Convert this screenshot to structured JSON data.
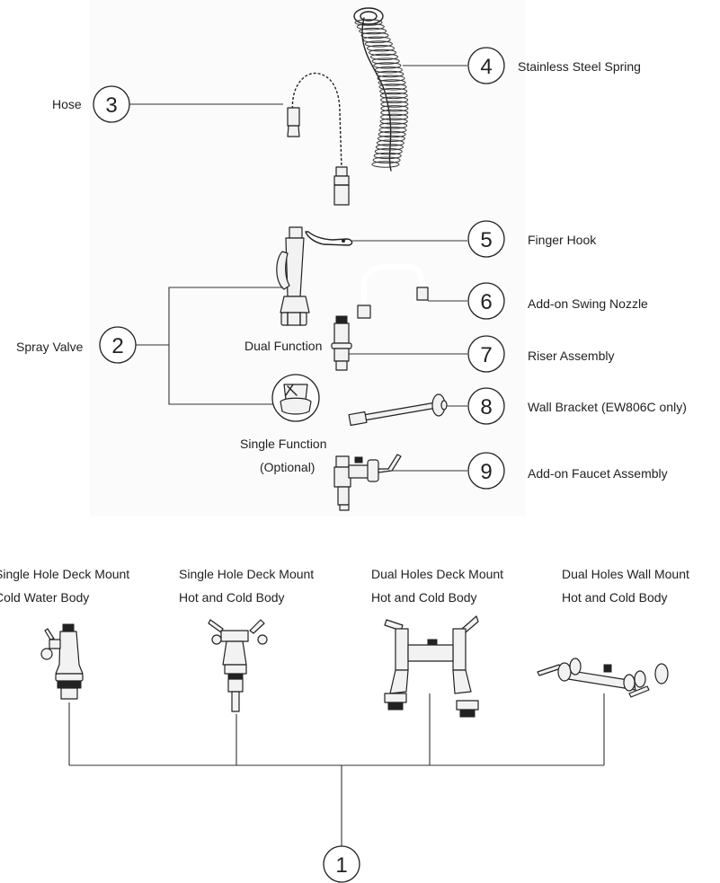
{
  "callouts": [
    {
      "number": "1",
      "label": ""
    },
    {
      "number": "2",
      "label": "Spray Valve"
    },
    {
      "number": "3",
      "label": "Hose"
    },
    {
      "number": "4",
      "label": "Stainless Steel Spring"
    },
    {
      "number": "5",
      "label": "Finger Hook"
    },
    {
      "number": "6",
      "label": "Add-on Swing Nozzle"
    },
    {
      "number": "7",
      "label": "Riser Assembly"
    },
    {
      "number": "8",
      "label": "Wall Bracket (EW806C only)"
    },
    {
      "number": "9",
      "label": "Add-on Faucet Assembly"
    }
  ],
  "spray_valve_variants": {
    "dual": "Dual Function",
    "single": "Single Function",
    "single_note": "(Optional)"
  },
  "bodies": [
    {
      "line1": "Single Hole Deck Mount",
      "line2": "Cold Water Body"
    },
    {
      "line1": "Single Hole Deck Mount",
      "line2": "Hot and Cold Body"
    },
    {
      "line1": "Dual Holes Deck Mount",
      "line2": "Hot and Cold Body"
    },
    {
      "line1": "Dual Holes Wall Mount",
      "line2": "Hot and Cold Body"
    }
  ]
}
